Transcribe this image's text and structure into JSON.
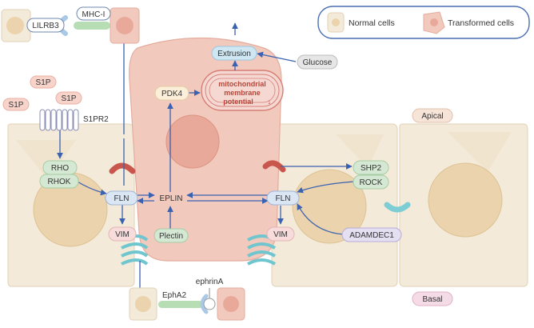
{
  "legend": {
    "normal_label": "Normal cells",
    "transformed_label": "Transformed cells",
    "border_color": "#4a6fb3"
  },
  "labels": {
    "lilrb3": "LILRB3",
    "mhc_i": "MHC-I",
    "s1p_a": "S1P",
    "s1p_b": "S1P",
    "s1p_c": "S1P",
    "s1pr2": "S1PR2",
    "rho": "RHO",
    "rhok": "RHOK",
    "fln_left": "FLN",
    "vim_left": "VIM",
    "eplin": "EPLIN",
    "plectin": "Plectin",
    "pdk4": "PDK4",
    "extrusion": "Extrusion",
    "glucose": "Glucose",
    "mito_line1": "mitochondrial",
    "mito_line2": "membrane",
    "mito_line3": "potential",
    "mito_arrow": "↓",
    "fln_right": "FLN",
    "vim_right": "VIM",
    "shp2": "SHP2",
    "rock": "ROCK",
    "adamdec1": "ADAMDEC1",
    "apical": "Apical",
    "basal": "Basal",
    "epha2": "EphA2",
    "ephrina": "ephrinA"
  },
  "colors": {
    "normal_cell": "#f4ead9",
    "normal_nucleus": "#ead3ad",
    "transformed_cell": "#f2c9bd",
    "transformed_nucleus": "#e8a99a",
    "arrow": "#3a62b0",
    "fln_pill": "#dbe6f4",
    "vim_pill": "#f8dcdc",
    "green_pill": "#d5e8d3",
    "cyan_adhesion": "#7ccdd4"
  }
}
